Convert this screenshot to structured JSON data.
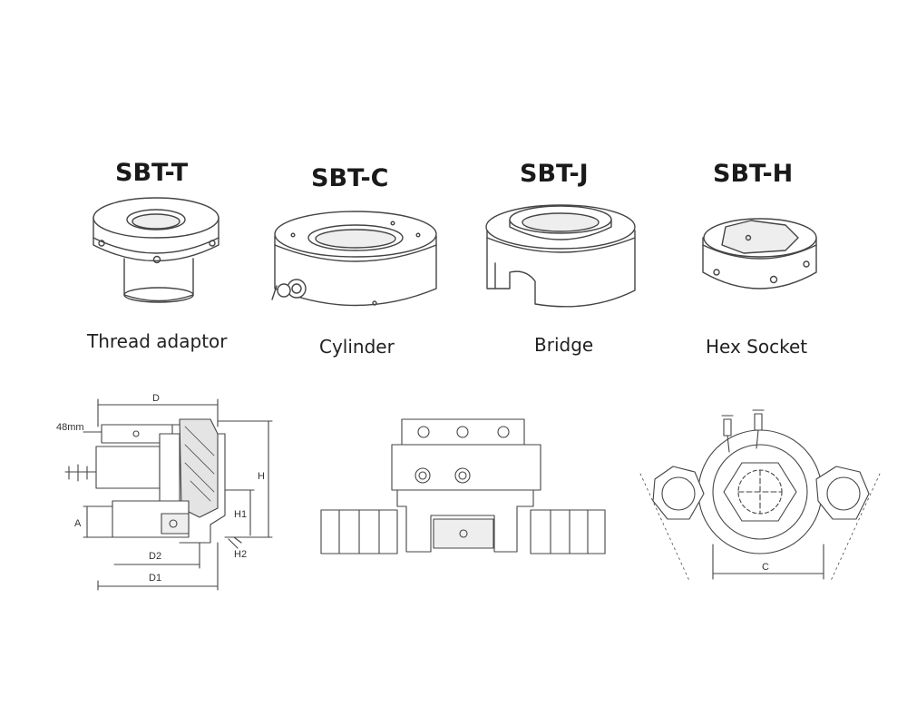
{
  "components": [
    {
      "code": "SBT-T",
      "name": "Thread adaptor"
    },
    {
      "code": "SBT-C",
      "name": "Cylinder"
    },
    {
      "code": "SBT-J",
      "name": "Bridge"
    },
    {
      "code": "SBT-H",
      "name": "Hex Socket"
    }
  ],
  "dimensions": {
    "d": "D",
    "stroke": "48mm",
    "h": "H",
    "a": "A",
    "h1": "H1",
    "h2": "H2",
    "d2": "D2",
    "d1": "D1",
    "c": "C"
  },
  "colors": {
    "line": "#444444",
    "fill": "#ffffff",
    "shade": "#dddddd"
  }
}
